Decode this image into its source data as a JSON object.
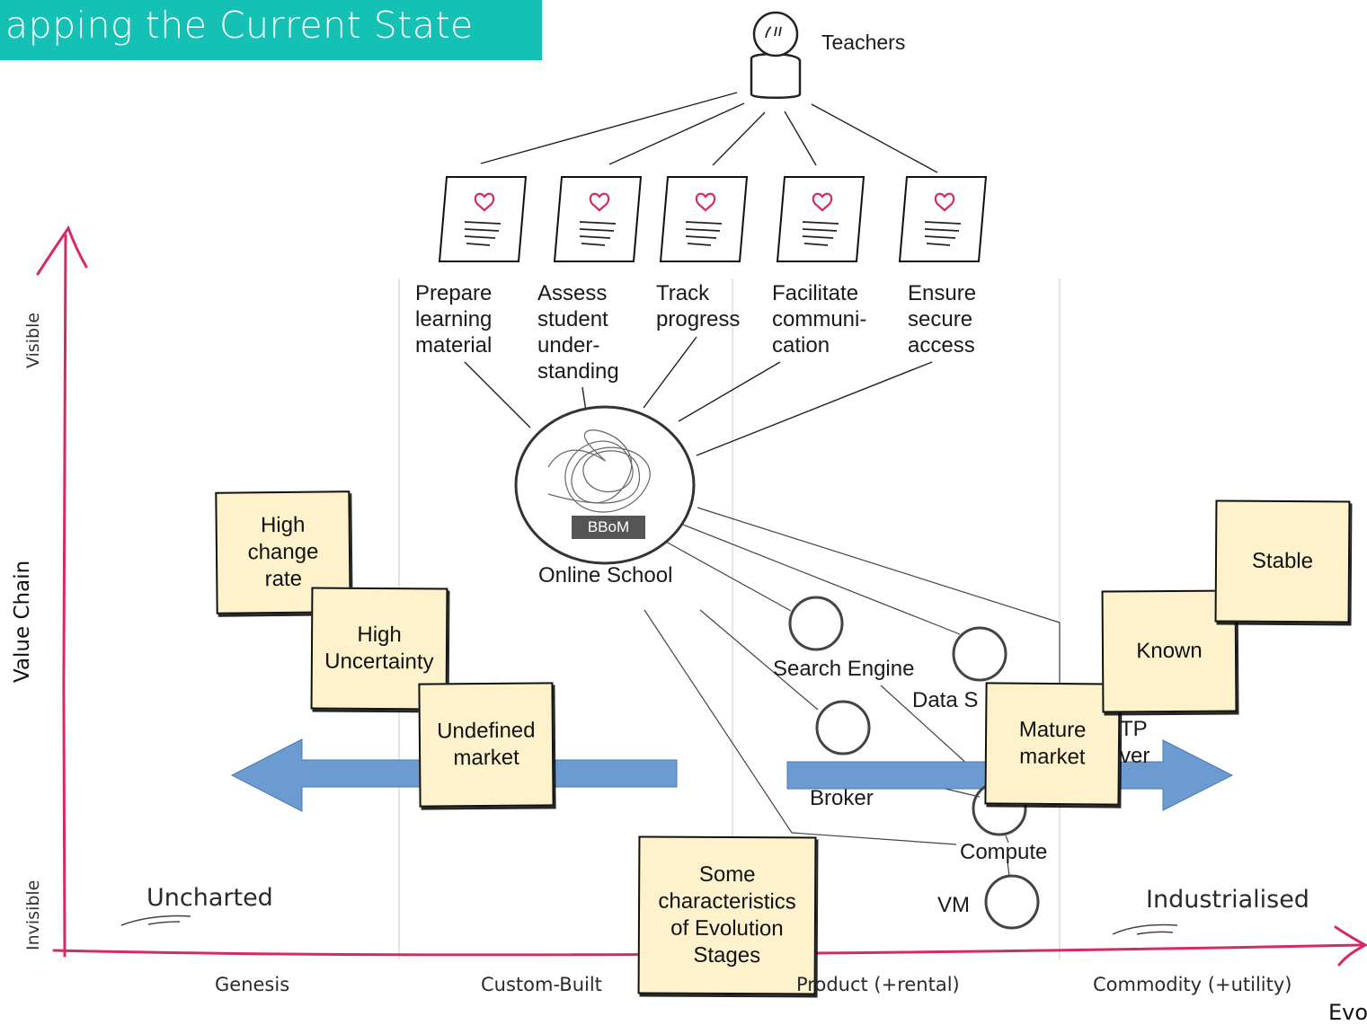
{
  "title": "apping the Current State",
  "user": {
    "label": "Teachers"
  },
  "needs": [
    {
      "label": "Prepare\nlearning\nmaterial"
    },
    {
      "label": "Assess\nstudent\nunder-\nstanding"
    },
    {
      "label": "Track\nprogress"
    },
    {
      "label": "Facilitate\ncommuni-\ncation"
    },
    {
      "label": "Ensure\nsecure\naccess"
    }
  ],
  "online_school": {
    "label": "Online School",
    "badge": "BBoM"
  },
  "components": {
    "search_engine": "Search Engine",
    "data_store": "Data S",
    "broker": "Broker",
    "http_server_a": "TP",
    "http_server_b": "ver",
    "compute": "Compute",
    "vm": "VM"
  },
  "axes": {
    "y_label": "Value Chain",
    "y_top": "Visible",
    "y_bottom": "Invisible",
    "x_label": "Evo",
    "stages": [
      "Genesis",
      "Custom-Built",
      "Product (+rental)",
      "Commodity (+utility)"
    ],
    "uncharted": "Uncharted",
    "industrialised": "Industrialised"
  },
  "stickies": {
    "high_change_rate": "High\nchange\nrate",
    "high_uncertainty": "High\nUncertainty",
    "undefined_market": "Undefined\nmarket",
    "some_characteristics": "Some\ncharacteristics\nof Evolution\nStages",
    "mature_market": "Mature\nmarket",
    "known": "Known",
    "stable": "Stable"
  },
  "colors": {
    "axis": "#d42a6a",
    "arrow": "#6b9bd0",
    "banner": "#14c1b4",
    "heart": "#d42a6a",
    "sticky": "#fdf2cc"
  }
}
